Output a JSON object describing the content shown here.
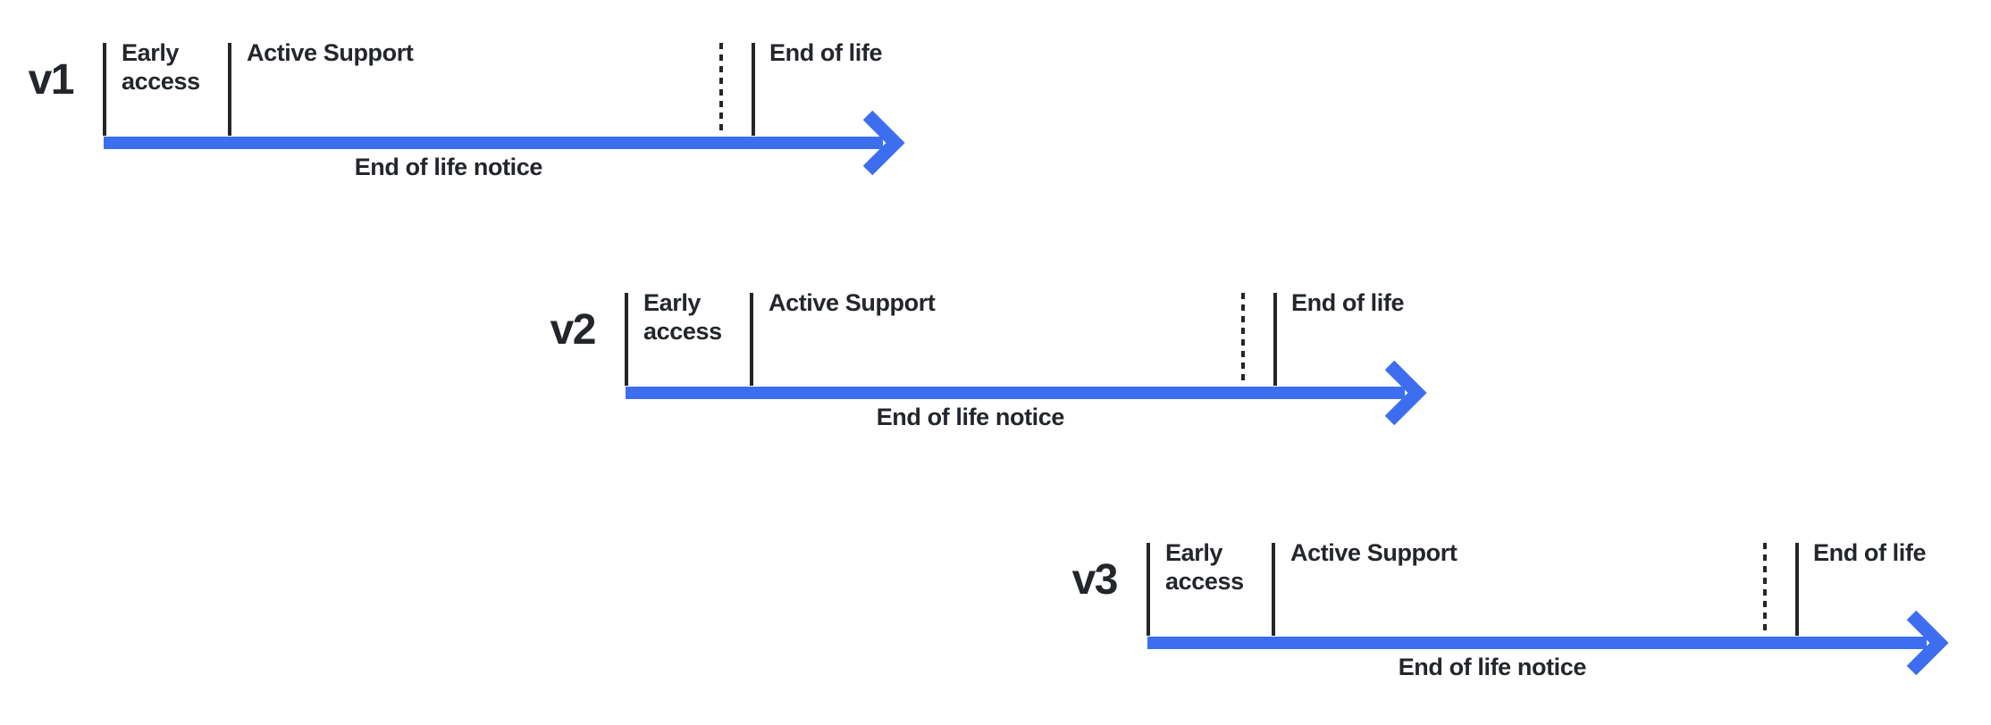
{
  "colors": {
    "timeline_blue": "#3D6EF0",
    "text_dark": "#23262B",
    "background": "#FFFFFF"
  },
  "rows": [
    {
      "version": "v1",
      "labels": {
        "early_access": "Early access",
        "active_support": "Active Support",
        "end_of_life": "End of life",
        "end_of_life_notice": "End of life notice"
      }
    },
    {
      "version": "v2",
      "labels": {
        "early_access": "Early access",
        "active_support": "Active Support",
        "end_of_life": "End of life",
        "end_of_life_notice": "End of life notice"
      }
    },
    {
      "version": "v3",
      "labels": {
        "early_access": "Early access",
        "active_support": "Active Support",
        "end_of_life": "End of life",
        "end_of_life_notice": "End of life notice"
      }
    }
  ]
}
